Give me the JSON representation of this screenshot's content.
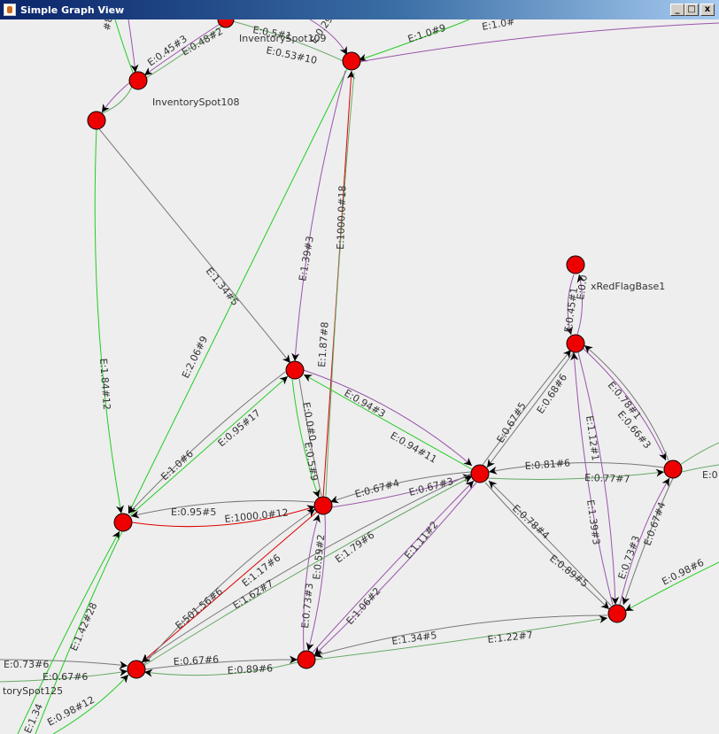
{
  "window": {
    "title": "Simple Graph View",
    "controls": {
      "minimize": "_",
      "maximize": "□",
      "close": "x"
    }
  },
  "colors": {
    "node_fill": "#ee0000",
    "edge_gray": "#777777",
    "edge_green": "#22cc22",
    "edge_purple": "#9955aa",
    "edge_red": "#dd0000",
    "edge_darkgreen": "#66aa66"
  },
  "graph": {
    "node_labels": {
      "inventory_108": "InventorySpot108",
      "inventory_109": "InventorySpot109",
      "red_flag_base": "xRedFlagBase1",
      "inventory_125": "torySpot125"
    },
    "edge_labels": [
      "E:0.5#1",
      "E:0.29#",
      "E:0.53#10",
      "E:1.0#9",
      "E:1.0#",
      "E:0.45#3",
      "E:0.48#2",
      "#8",
      "E:1.39#3",
      "E:1000.0#18",
      "E:1.34#5",
      "E:2.06#9",
      "E:1.84#12",
      "E:1.87#8",
      "E:0.0#0",
      "E:0.94#3",
      "E:0.94#11",
      "E:0.5#9",
      "E:1.0#6",
      "E:0.95#17",
      "E:0.95#5",
      "E:1000.0#12",
      "E:0.67#4",
      "E:0.67#3",
      "E:0.81#6",
      "E:0.77#7",
      "E:0.67#5",
      "E:0.68#6",
      "E:0.45#1",
      "E:0.0",
      "E:0.78#1",
      "E:0.66#3",
      "E:1.12#1",
      "E:1.39#3",
      "E:0.73#3",
      "E:0.67#4",
      "E:0.78#4",
      "E:0.89#5",
      "E:0.98#6",
      "E:1.17#6",
      "E:1.62#7",
      "E:1.79#6",
      "E:0.59#2",
      "E:0.73#3",
      "E:1.06#2",
      "E:1.11#2",
      "E:501.56#6",
      "E:1.34#5",
      "E:1.22#7",
      "E:0.67#6",
      "E:0.89#6",
      "E:0.73#6",
      "E:0.67#6",
      "E:1.42#28",
      "E:1.34",
      "E:0.98#12",
      "E:0"
    ]
  }
}
